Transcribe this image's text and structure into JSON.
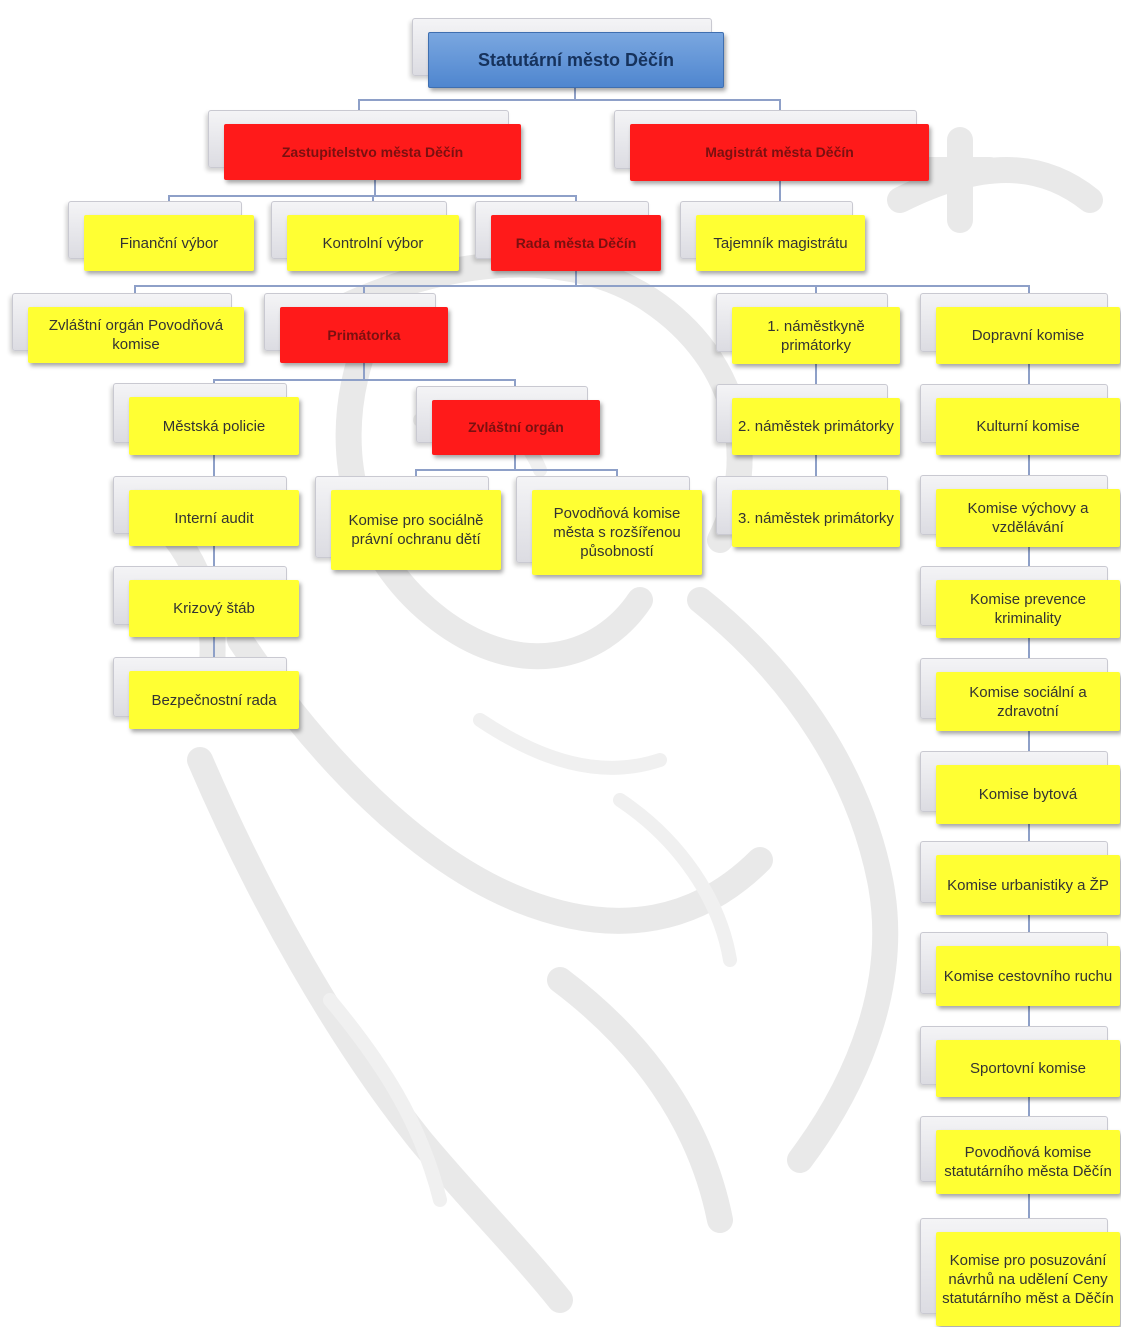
{
  "chart": {
    "root": "Statutární město Děčín",
    "zastupitelstvo": "Zastupitelstvo města Děčín",
    "magistrat": "Magistrát města Děčín",
    "financni_vybor": "Finanční výbor",
    "kontrolni_vybor": "Kontrolní výbor",
    "rada": "Rada města Děčín",
    "tajemnik": "Tajemník magistrátu",
    "zvlastni_organ_povodnova": "Zvláštní orgán Povodňová komise",
    "primatorka": "Primátorka",
    "namestkyne1": "1. náměstkyně primátorky",
    "namestek2": "2. náměstek primátorky",
    "namestek3": "3. náměstek primátorky",
    "mestska_policie": "Městská policie",
    "interni_audit": "Interní audit",
    "krizovy_stab": "Krizový štáb",
    "bezpecnostni_rada": "Bezpečnostní rada",
    "zvlastni_organ": "Zvláštní orgán",
    "komise_ospod": "Komise pro sociálně právní ochranu dětí",
    "povodnova_rozsirena": "Povodňová komise města s rozšířenou působností",
    "commissions": [
      "Dopravní komise",
      "Kulturní komise",
      "Komise výchovy a vzdělávání",
      "Komise prevence kriminality",
      "Komise sociální a zdravotní",
      "Komise bytová",
      "Komise urbanistiky a ŽP",
      "Komise cestovního ruchu",
      "Sportovní komise",
      "Povodňová komise statutárního města Děčín",
      "Komise pro posuzování návrhů na udělení Ceny statutárního měst a Děčín"
    ]
  },
  "colors": {
    "yellow": "#ffff33",
    "red": "#ff1a1a",
    "blue": "#5b8fd4",
    "connector": "#8ea0c8"
  }
}
